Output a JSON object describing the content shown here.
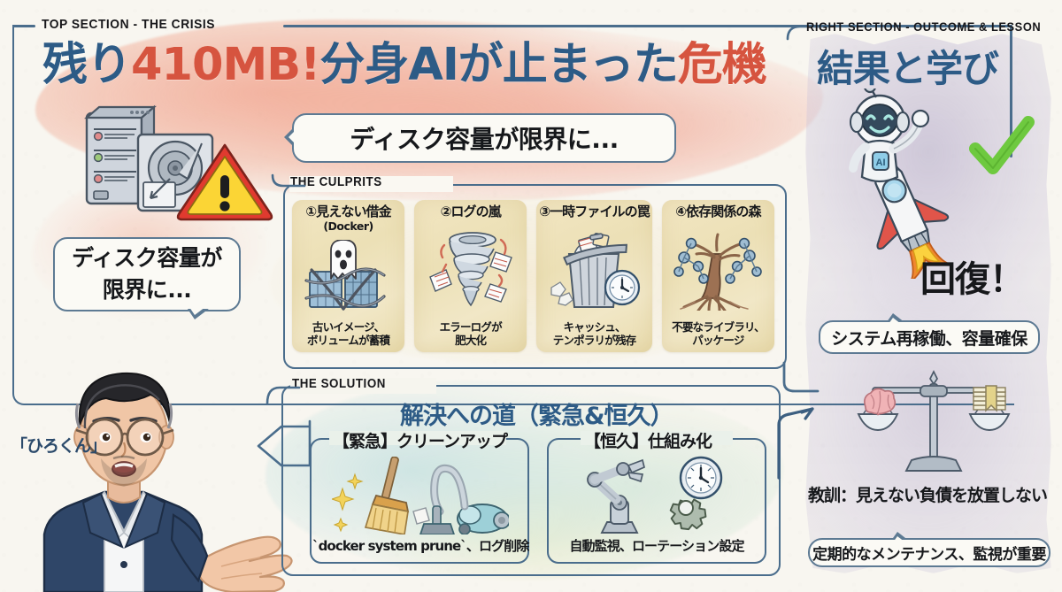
{
  "labels": {
    "top_section": "TOP SECTION - THE CRISIS",
    "culprits": "THE CULPRITS",
    "solution": "THE SOLUTION",
    "right_section": "RIGHT SECTION - OUTCOME & LESSON"
  },
  "headline": {
    "part1": "残り",
    "part2": "410MB!",
    "part3": "分身AIが止まった",
    "part4": "危機"
  },
  "bubbles": {
    "main": "ディスク容量が限界に...",
    "left_line1": "ディスク容量が",
    "left_line2": "限界に...",
    "system": "システム再稼働、容量確保",
    "maintenance": "定期的なメンテナンス、監視が重要"
  },
  "person": {
    "caption": "「ひろくん」"
  },
  "culprits": [
    {
      "title": "①見えない借金",
      "subtitle": "(Docker)",
      "icon": "ghost-chained-container-icon",
      "caption_line1": "古いイメージ、",
      "caption_line2": "ボリュームが蓄積"
    },
    {
      "title": "②ログの嵐",
      "subtitle": "",
      "icon": "tornado-documents-icon",
      "caption_line1": "エラーログが",
      "caption_line2": "肥大化"
    },
    {
      "title": "③一時ファイルの罠",
      "subtitle": "",
      "icon": "trash-can-clock-icon",
      "caption_line1": "キャッシュ、",
      "caption_line2": "テンポラリが残存"
    },
    {
      "title": "④依存関係の森",
      "subtitle": "",
      "icon": "tree-dependency-graph-icon",
      "caption_line1": "不要なライブラリ、",
      "caption_line2": "パッケージ"
    }
  ],
  "solution": {
    "title": "解決への道（緊急&恒久）",
    "boxes": [
      {
        "label": "【緊急】クリーンアップ",
        "icon": "broom-vacuum-icon",
        "caption": "`docker system prune`、ログ削除"
      },
      {
        "label": "【恒久】仕組み化",
        "icon": "robot-arm-clock-gear-icon",
        "caption": "自動監視、ローテーション設定"
      }
    ]
  },
  "right": {
    "title": "結果と学び",
    "recover": "回復！",
    "lesson": "教訓：見えない負債を放置しない",
    "check_icon": "green-checkmark-icon",
    "robot_icon": "robot-on-rocket-icon",
    "robot_badge": "AI",
    "scale_icon": "balance-scale-brain-money-icon"
  },
  "colors": {
    "title_blue": "#2d5b86",
    "accent_red": "#d6543f",
    "frame_blue": "#4a6d8c",
    "crisis_wash": "#f09a7d",
    "culprit_card": "#efe3bd",
    "solution_wash": "#9ecdd2",
    "right_wash": "#b0a5c6",
    "check_green": "#6ec93f",
    "paper": "#f8f6f0"
  }
}
